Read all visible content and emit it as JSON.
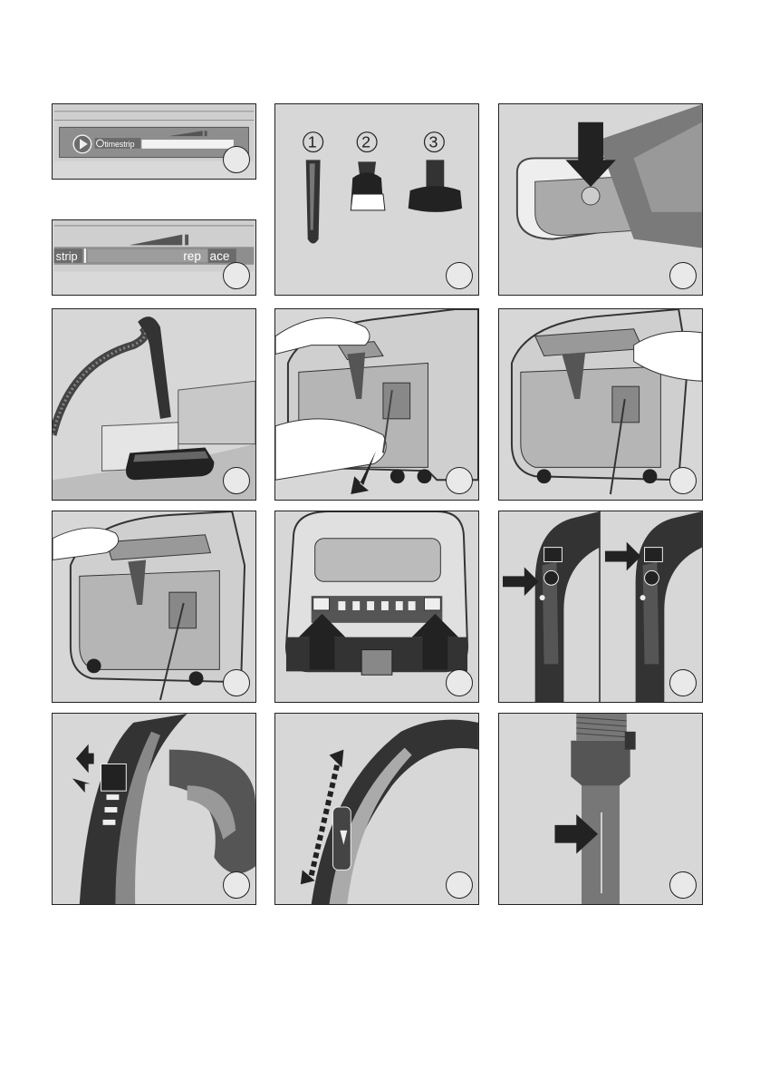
{
  "display_a": {
    "label": "timestrip"
  },
  "display_b": {
    "label_left": "strip",
    "label_right_1": "rep",
    "label_right_2": "ace"
  },
  "tools": {
    "labels": [
      "1",
      "2",
      "3"
    ]
  }
}
